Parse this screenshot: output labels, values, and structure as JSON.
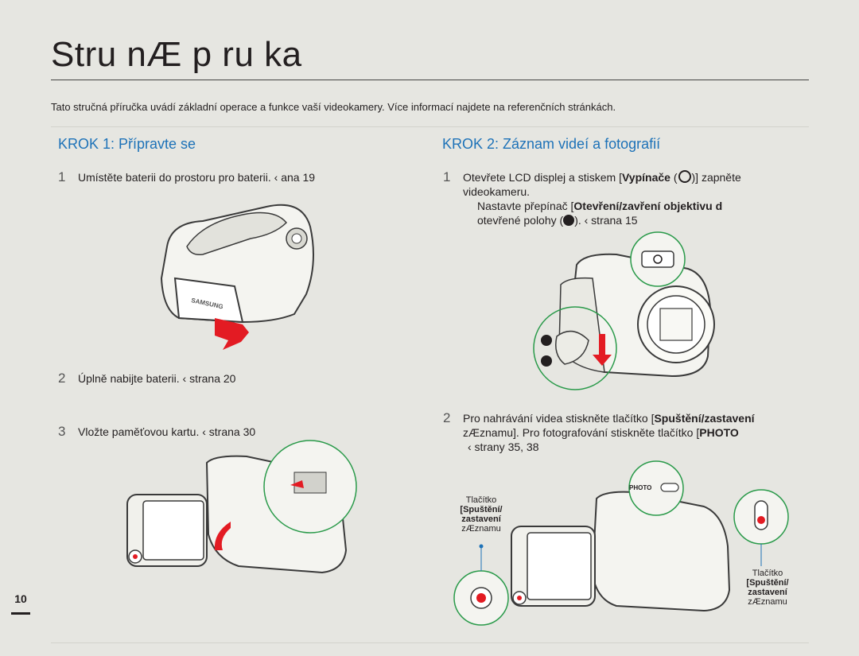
{
  "page": {
    "title": "Stru nÆ p ru ka",
    "intro": "Tato stručná příručka uvádí základní operace a funkce vaší videokamery. Více informací najdete na referenčních stránkách.",
    "page_number": "10"
  },
  "krok1": {
    "heading": "KROK 1: Přípravte se",
    "steps": [
      {
        "num": "1",
        "text": "Umístěte baterii do prostoru pro baterii.  ‹ ana    19"
      },
      {
        "num": "2",
        "text": "Úplně nabijte baterii.  ‹ strana 20"
      },
      {
        "num": "3",
        "text": "Vložte paměťovou kartu.  ‹ strana 30"
      }
    ]
  },
  "krok2": {
    "heading": "KROK 2: Záznam videí a fotografií",
    "step1": {
      "num": "1",
      "line1_a": "Otevřete LCD displej a stiskem [",
      "line1_bold": "Vypínače",
      "line1_b": " (",
      "line1_c": ")] zapněte",
      "line2": "videokameru.",
      "line3_a": "Nastavte přepínač [",
      "line3_bold": "Otevření/zavření objektivu",
      "line3_b": "  d",
      "line4_a": "otevřené polohy (",
      "line4_b": ").  ‹ strana 15"
    },
    "step2": {
      "num": "2",
      "line1_a": "Pro nahrávání videa stiskněte tlačítko [",
      "line1_bold": "Spuštění/zastavení",
      "line2_a": "zÆznamu]. Pro fotografování stiskněte tlačítko [",
      "line2_bold": "PHOTO",
      "line3": "‹ strany 35, 38"
    },
    "callout_left": {
      "line1": "Tlačítko",
      "line2": "[Spuštění/",
      "line3": "zastavení",
      "line4": "zÆznamu"
    },
    "callout_right": {
      "line1": "Tlačítko",
      "line2": "[Spuštění/",
      "line3": "zastavení",
      "line4": "zÆznamu"
    },
    "photo_label": "PHOTO"
  },
  "brand": "SAMSUNG",
  "colors": {
    "accent": "#1d72b8",
    "red": "#e31b23",
    "green": "#2a9a4a"
  }
}
